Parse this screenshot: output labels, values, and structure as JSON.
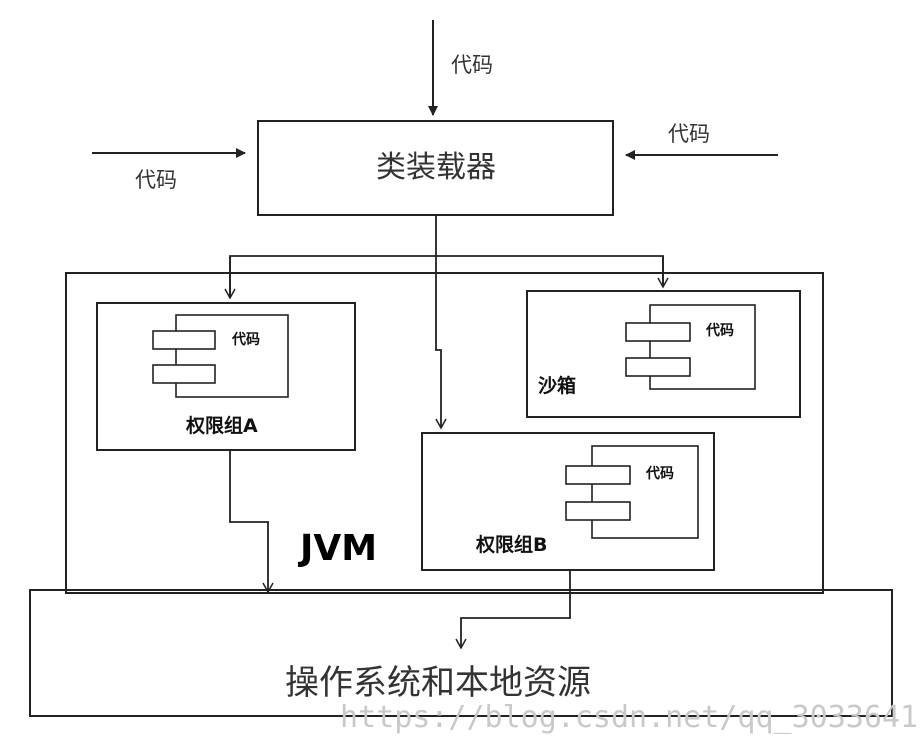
{
  "labels": {
    "code_top": "代码",
    "code_left": "代码",
    "code_right": "代码",
    "class_loader": "类装载器",
    "jvm": "JVM",
    "perm_group_a": "权限组A",
    "perm_group_b": "权限组B",
    "sandbox": "沙箱",
    "component_code_a": "代码",
    "component_code_sandbox": "代码",
    "component_code_b": "代码",
    "os_resources": "操作系统和本地资源"
  },
  "watermark": "https://blog.csdn.net/qq_3033641",
  "colors": {
    "stroke": "#222222",
    "background": "#ffffff",
    "watermark": "#c9c9c9"
  }
}
